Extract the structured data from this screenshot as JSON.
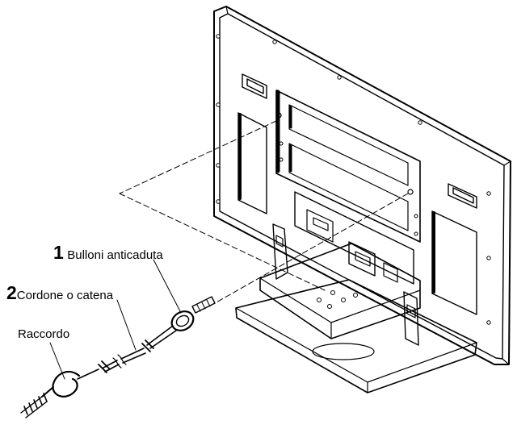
{
  "callouts": [
    {
      "number": "1",
      "text": "Bulloni anticaduta"
    },
    {
      "number": "2",
      "text": "Cordone o catena"
    },
    {
      "number": "",
      "text": "Raccordo"
    }
  ]
}
